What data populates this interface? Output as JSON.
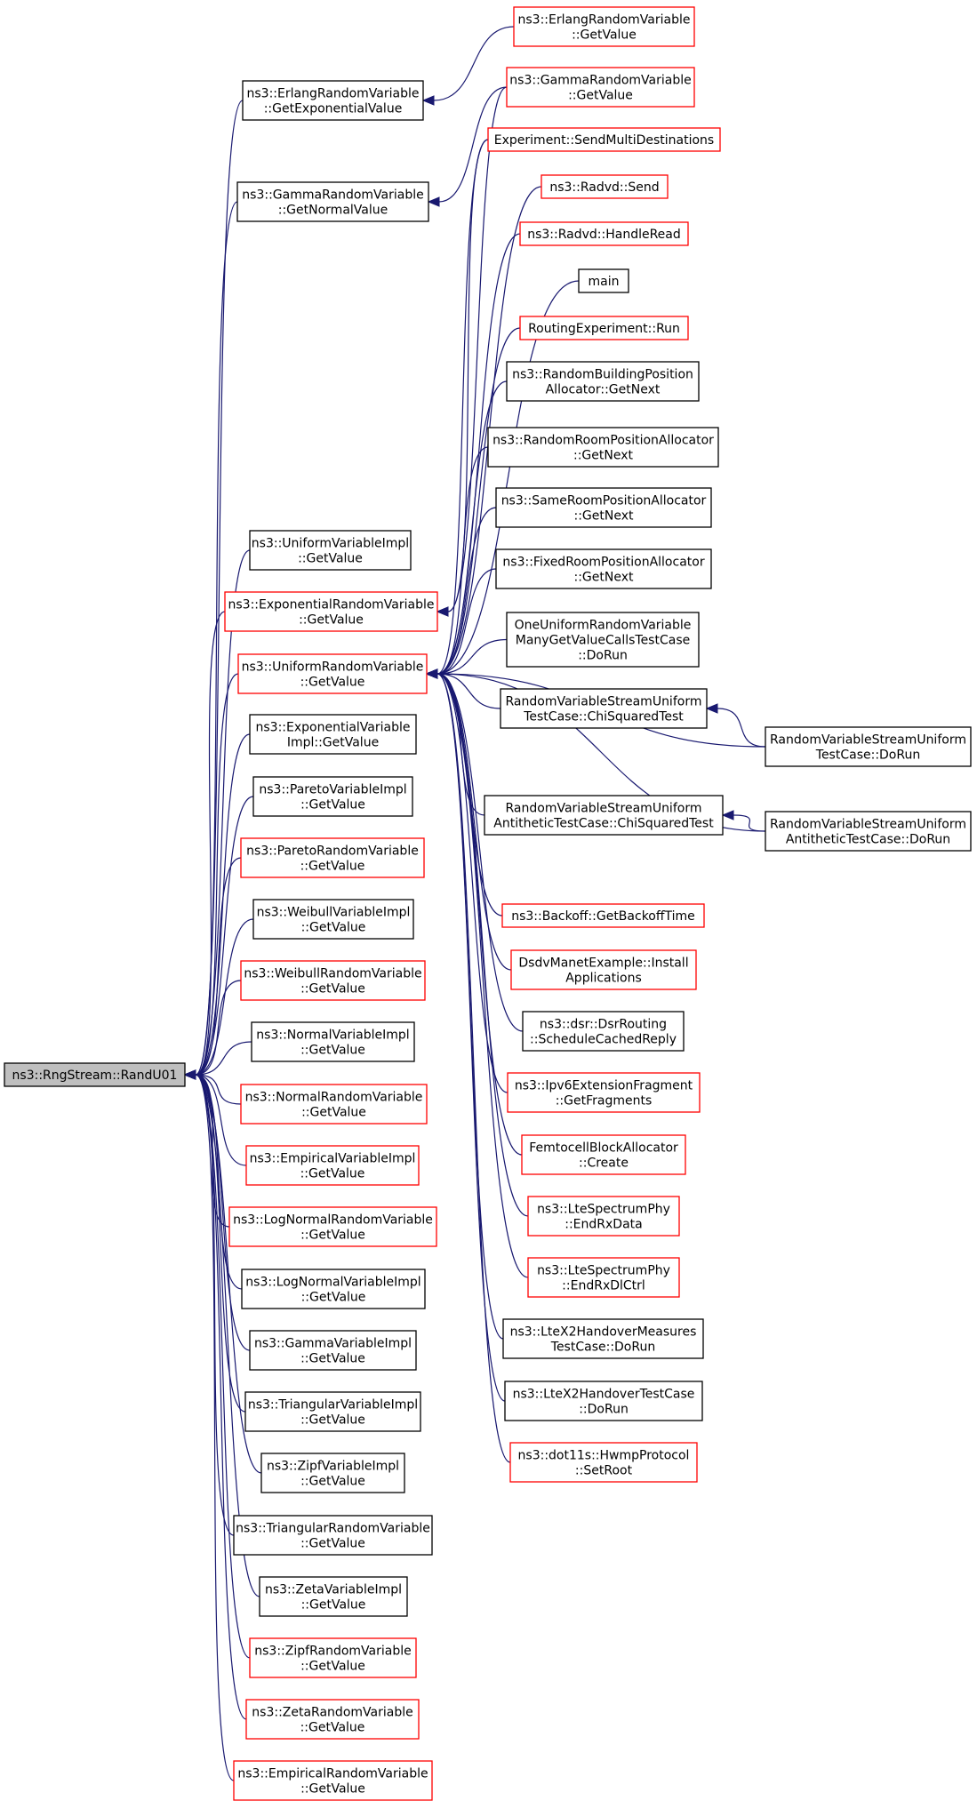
{
  "colors": {
    "edge": "#191970",
    "box_plain": "#000000",
    "box_truncated": "#ff0000",
    "root_fill": "#bfbfbf",
    "background": "#ffffff"
  },
  "root": {
    "id": "rand_u01",
    "lines": [
      "ns3::RngStream::RandU01"
    ],
    "style": "root"
  },
  "nodes": [
    {
      "id": "erlang_rv_getvalue",
      "lines": [
        "ns3::ErlangRandomVariable",
        "::GetValue"
      ],
      "style": "truncated"
    },
    {
      "id": "erlang_rv_getexponentialvalue",
      "lines": [
        "ns3::ErlangRandomVariable",
        "::GetExponentialValue"
      ],
      "style": "plain"
    },
    {
      "id": "gamma_rv_getvalue",
      "lines": [
        "ns3::GammaRandomVariable",
        "::GetValue"
      ],
      "style": "truncated"
    },
    {
      "id": "experiment_sendmultidestinations",
      "lines": [
        "Experiment::SendMultiDestinations"
      ],
      "style": "truncated"
    },
    {
      "id": "gamma_rv_getnormalvalue",
      "lines": [
        "ns3::GammaRandomVariable",
        "::GetNormalValue"
      ],
      "style": "plain"
    },
    {
      "id": "radvd_send",
      "lines": [
        "ns3::Radvd::Send"
      ],
      "style": "truncated"
    },
    {
      "id": "radvd_handleread",
      "lines": [
        "ns3::Radvd::HandleRead"
      ],
      "style": "truncated"
    },
    {
      "id": "main",
      "lines": [
        "main"
      ],
      "style": "plain"
    },
    {
      "id": "routingexperiment_run",
      "lines": [
        "RoutingExperiment::Run"
      ],
      "style": "truncated"
    },
    {
      "id": "randombuildingposalloc_getnext",
      "lines": [
        "ns3::RandomBuildingPosition",
        "Allocator::GetNext"
      ],
      "style": "plain"
    },
    {
      "id": "randomroomposalloc_getnext",
      "lines": [
        "ns3::RandomRoomPositionAllocator",
        "::GetNext"
      ],
      "style": "plain"
    },
    {
      "id": "sameroomposalloc_getnext",
      "lines": [
        "ns3::SameRoomPositionAllocator",
        "::GetNext"
      ],
      "style": "plain"
    },
    {
      "id": "fixedroomposalloc_getnext",
      "lines": [
        "ns3::FixedRoomPositionAllocator",
        "::GetNext"
      ],
      "style": "plain"
    },
    {
      "id": "uniform_vi_getvalue",
      "lines": [
        "ns3::UniformVariableImpl",
        "::GetValue"
      ],
      "style": "plain"
    },
    {
      "id": "exponential_rv_getvalue",
      "lines": [
        "ns3::ExponentialRandomVariable",
        "::GetValue"
      ],
      "style": "truncated"
    },
    {
      "id": "oneuniform_dorun",
      "lines": [
        "OneUniformRandomVariable",
        "ManyGetValueCallsTestCase",
        "::DoRun"
      ],
      "style": "plain"
    },
    {
      "id": "uniform_rv_getvalue",
      "lines": [
        "ns3::UniformRandomVariable",
        "::GetValue"
      ],
      "style": "truncated"
    },
    {
      "id": "rvsu_chisquaredtest",
      "lines": [
        "RandomVariableStreamUniform",
        "TestCase::ChiSquaredTest"
      ],
      "style": "plain"
    },
    {
      "id": "exponential_vi_getvalue",
      "lines": [
        "ns3::ExponentialVariable",
        "Impl::GetValue"
      ],
      "style": "plain"
    },
    {
      "id": "rvsu_dorun",
      "lines": [
        "RandomVariableStreamUniform",
        "TestCase::DoRun"
      ],
      "style": "plain"
    },
    {
      "id": "pareto_vi_getvalue",
      "lines": [
        "ns3::ParetoVariableImpl",
        "::GetValue"
      ],
      "style": "plain"
    },
    {
      "id": "rvsua_chisquaredtest",
      "lines": [
        "RandomVariableStreamUniform",
        "AntitheticTestCase::ChiSquaredTest"
      ],
      "style": "plain"
    },
    {
      "id": "rvsua_dorun",
      "lines": [
        "RandomVariableStreamUniform",
        "AntitheticTestCase::DoRun"
      ],
      "style": "plain"
    },
    {
      "id": "pareto_rv_getvalue",
      "lines": [
        "ns3::ParetoRandomVariable",
        "::GetValue"
      ],
      "style": "truncated"
    },
    {
      "id": "backoff_getbackofftime",
      "lines": [
        "ns3::Backoff::GetBackoffTime"
      ],
      "style": "truncated"
    },
    {
      "id": "weibull_vi_getvalue",
      "lines": [
        "ns3::WeibullVariableImpl",
        "::GetValue"
      ],
      "style": "plain"
    },
    {
      "id": "dsdvmanet_installapplications",
      "lines": [
        "DsdvManetExample::Install",
        "Applications"
      ],
      "style": "truncated"
    },
    {
      "id": "weibull_rv_getvalue",
      "lines": [
        "ns3::WeibullRandomVariable",
        "::GetValue"
      ],
      "style": "truncated"
    },
    {
      "id": "dsr_schedulecachedreply",
      "lines": [
        "ns3::dsr::DsrRouting",
        "::ScheduleCachedReply"
      ],
      "style": "plain"
    },
    {
      "id": "normal_vi_getvalue",
      "lines": [
        "ns3::NormalVariableImpl",
        "::GetValue"
      ],
      "style": "plain"
    },
    {
      "id": "ipv6fragment_getfragments",
      "lines": [
        "ns3::Ipv6ExtensionFragment",
        "::GetFragments"
      ],
      "style": "truncated"
    },
    {
      "id": "normal_rv_getvalue",
      "lines": [
        "ns3::NormalRandomVariable",
        "::GetValue"
      ],
      "style": "truncated"
    },
    {
      "id": "empirical_vi_getvalue",
      "lines": [
        "ns3::EmpiricalVariableImpl",
        "::GetValue"
      ],
      "style": "truncated"
    },
    {
      "id": "femtocell_create",
      "lines": [
        "FemtocellBlockAllocator",
        "::Create"
      ],
      "style": "truncated"
    },
    {
      "id": "ltespectrumphy_endrxdata",
      "lines": [
        "ns3::LteSpectrumPhy",
        "::EndRxData"
      ],
      "style": "truncated"
    },
    {
      "id": "lognormal_rv_getvalue",
      "lines": [
        "ns3::LogNormalRandomVariable",
        "::GetValue"
      ],
      "style": "truncated"
    },
    {
      "id": "lognormal_vi_getvalue",
      "lines": [
        "ns3::LogNormalVariableImpl",
        "::GetValue"
      ],
      "style": "plain"
    },
    {
      "id": "ltespectrumphy_endrxdlctrl",
      "lines": [
        "ns3::LteSpectrumPhy",
        "::EndRxDlCtrl"
      ],
      "style": "truncated"
    },
    {
      "id": "ltex2hom_dorun",
      "lines": [
        "ns3::LteX2HandoverMeasures",
        "TestCase::DoRun"
      ],
      "style": "plain"
    },
    {
      "id": "gamma_vi_getvalue",
      "lines": [
        "ns3::GammaVariableImpl",
        "::GetValue"
      ],
      "style": "plain"
    },
    {
      "id": "ltex2ho_dorun",
      "lines": [
        "ns3::LteX2HandoverTestCase",
        "::DoRun"
      ],
      "style": "plain"
    },
    {
      "id": "triangular_vi_getvalue",
      "lines": [
        "ns3::TriangularVariableImpl",
        "::GetValue"
      ],
      "style": "plain"
    },
    {
      "id": "hwmp_setroot",
      "lines": [
        "ns3::dot11s::HwmpProtocol",
        "::SetRoot"
      ],
      "style": "truncated"
    },
    {
      "id": "zipf_vi_getvalue",
      "lines": [
        "ns3::ZipfVariableImpl",
        "::GetValue"
      ],
      "style": "plain"
    },
    {
      "id": "triangular_rv_getvalue",
      "lines": [
        "ns3::TriangularRandomVariable",
        "::GetValue"
      ],
      "style": "plain"
    },
    {
      "id": "zeta_vi_getvalue",
      "lines": [
        "ns3::ZetaVariableImpl",
        "::GetValue"
      ],
      "style": "plain"
    },
    {
      "id": "zipf_rv_getvalue",
      "lines": [
        "ns3::ZipfRandomVariable",
        "::GetValue"
      ],
      "style": "truncated"
    },
    {
      "id": "zeta_rv_getvalue",
      "lines": [
        "ns3::ZetaRandomVariable",
        "::GetValue"
      ],
      "style": "truncated"
    },
    {
      "id": "empirical_rv_getvalue",
      "lines": [
        "ns3::EmpiricalRandomVariable",
        "::GetValue"
      ],
      "style": "truncated"
    }
  ],
  "edges": [
    {
      "from": "erlang_rv_getvalue",
      "to": "erlang_rv_getexponentialvalue"
    },
    {
      "from": "gamma_rv_getvalue",
      "to": "gamma_rv_getnormalvalue"
    },
    {
      "from": "erlang_rv_getexponentialvalue",
      "to": "rand_u01"
    },
    {
      "from": "gamma_rv_getnormalvalue",
      "to": "rand_u01"
    },
    {
      "from": "gamma_rv_getvalue",
      "to": "exponential_rv_getvalue"
    },
    {
      "from": "experiment_sendmultidestinations",
      "to": "exponential_rv_getvalue"
    },
    {
      "from": "experiment_sendmultidestinations",
      "to": "uniform_rv_getvalue"
    },
    {
      "from": "radvd_send",
      "to": "uniform_rv_getvalue"
    },
    {
      "from": "radvd_handleread",
      "to": "uniform_rv_getvalue"
    },
    {
      "from": "main",
      "to": "uniform_rv_getvalue"
    },
    {
      "from": "routingexperiment_run",
      "to": "uniform_rv_getvalue"
    },
    {
      "from": "randombuildingposalloc_getnext",
      "to": "uniform_rv_getvalue"
    },
    {
      "from": "randomroomposalloc_getnext",
      "to": "uniform_rv_getvalue"
    },
    {
      "from": "sameroomposalloc_getnext",
      "to": "uniform_rv_getvalue"
    },
    {
      "from": "fixedroomposalloc_getnext",
      "to": "uniform_rv_getvalue"
    },
    {
      "from": "oneuniform_dorun",
      "to": "uniform_rv_getvalue"
    },
    {
      "from": "rvsu_chisquaredtest",
      "to": "uniform_rv_getvalue"
    },
    {
      "from": "rvsu_dorun",
      "to": "uniform_rv_getvalue"
    },
    {
      "from": "rvsu_dorun",
      "to": "rvsu_chisquaredtest"
    },
    {
      "from": "rvsua_chisquaredtest",
      "to": "uniform_rv_getvalue"
    },
    {
      "from": "rvsua_dorun",
      "to": "rvsua_chisquaredtest"
    },
    {
      "from": "rvsua_dorun",
      "to": "uniform_rv_getvalue"
    },
    {
      "from": "backoff_getbackofftime",
      "to": "uniform_rv_getvalue"
    },
    {
      "from": "dsdvmanet_installapplications",
      "to": "uniform_rv_getvalue"
    },
    {
      "from": "dsr_schedulecachedreply",
      "to": "uniform_rv_getvalue"
    },
    {
      "from": "ipv6fragment_getfragments",
      "to": "uniform_rv_getvalue"
    },
    {
      "from": "femtocell_create",
      "to": "uniform_rv_getvalue"
    },
    {
      "from": "ltespectrumphy_endrxdata",
      "to": "uniform_rv_getvalue"
    },
    {
      "from": "ltespectrumphy_endrxdlctrl",
      "to": "uniform_rv_getvalue"
    },
    {
      "from": "ltex2hom_dorun",
      "to": "uniform_rv_getvalue"
    },
    {
      "from": "ltex2ho_dorun",
      "to": "uniform_rv_getvalue"
    },
    {
      "from": "hwmp_setroot",
      "to": "uniform_rv_getvalue"
    },
    {
      "from": "uniform_vi_getvalue",
      "to": "rand_u01"
    },
    {
      "from": "exponential_rv_getvalue",
      "to": "rand_u01"
    },
    {
      "from": "uniform_rv_getvalue",
      "to": "rand_u01"
    },
    {
      "from": "exponential_vi_getvalue",
      "to": "rand_u01"
    },
    {
      "from": "pareto_vi_getvalue",
      "to": "rand_u01"
    },
    {
      "from": "pareto_rv_getvalue",
      "to": "rand_u01"
    },
    {
      "from": "weibull_vi_getvalue",
      "to": "rand_u01"
    },
    {
      "from": "weibull_rv_getvalue",
      "to": "rand_u01"
    },
    {
      "from": "normal_vi_getvalue",
      "to": "rand_u01"
    },
    {
      "from": "normal_rv_getvalue",
      "to": "rand_u01"
    },
    {
      "from": "empirical_vi_getvalue",
      "to": "rand_u01"
    },
    {
      "from": "lognormal_rv_getvalue",
      "to": "rand_u01"
    },
    {
      "from": "lognormal_vi_getvalue",
      "to": "rand_u01"
    },
    {
      "from": "gamma_vi_getvalue",
      "to": "rand_u01"
    },
    {
      "from": "triangular_vi_getvalue",
      "to": "rand_u01"
    },
    {
      "from": "zipf_vi_getvalue",
      "to": "rand_u01"
    },
    {
      "from": "triangular_rv_getvalue",
      "to": "rand_u01"
    },
    {
      "from": "zeta_vi_getvalue",
      "to": "rand_u01"
    },
    {
      "from": "zipf_rv_getvalue",
      "to": "rand_u01"
    },
    {
      "from": "zeta_rv_getvalue",
      "to": "rand_u01"
    },
    {
      "from": "empirical_rv_getvalue",
      "to": "rand_u01"
    }
  ]
}
